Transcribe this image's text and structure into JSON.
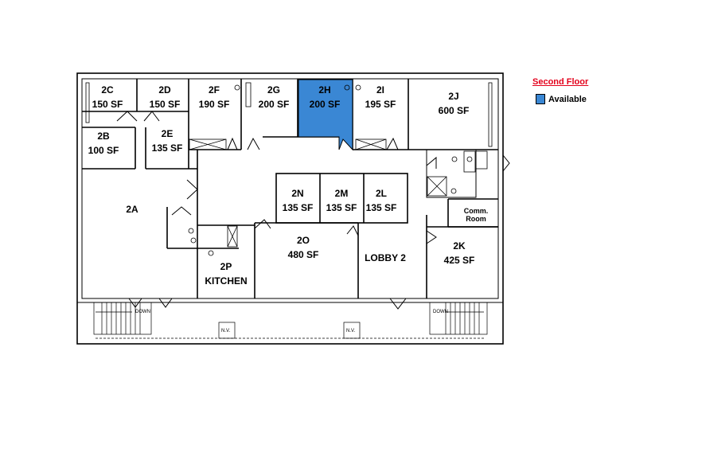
{
  "legend": {
    "title": "Second Floor",
    "items": [
      {
        "label": "Available",
        "color": "#3a87d4"
      }
    ]
  },
  "colors": {
    "available": "#3a87d4",
    "wall": "#000000"
  },
  "units": [
    {
      "id": "2C",
      "area": "150 SF",
      "status": ""
    },
    {
      "id": "2D",
      "area": "150 SF",
      "status": ""
    },
    {
      "id": "2F",
      "area": "190 SF",
      "status": ""
    },
    {
      "id": "2G",
      "area": "200 SF",
      "status": ""
    },
    {
      "id": "2H",
      "area": "200 SF",
      "status": "available"
    },
    {
      "id": "2I",
      "area": "195 SF",
      "status": ""
    },
    {
      "id": "2J",
      "area": "600 SF",
      "status": ""
    },
    {
      "id": "2B",
      "area": "100 SF",
      "status": ""
    },
    {
      "id": "2E",
      "area": "135 SF",
      "status": ""
    },
    {
      "id": "2N",
      "area": "135 SF",
      "status": ""
    },
    {
      "id": "2M",
      "area": "135 SF",
      "status": ""
    },
    {
      "id": "2L",
      "area": "135 SF",
      "status": ""
    },
    {
      "id": "2O",
      "area": "480 SF",
      "status": ""
    },
    {
      "id": "2K",
      "area": "425 SF",
      "status": ""
    },
    {
      "id": "2A",
      "area": "",
      "status": ""
    },
    {
      "id": "2P",
      "area": "KITCHEN",
      "status": ""
    }
  ],
  "spaces": {
    "lobby": "LOBBY 2",
    "comm_room_line1": "Comm.",
    "comm_room_line2": "Room",
    "stair_left": "DOWN",
    "stair_right": "DOWN",
    "nv_left": "N.V.",
    "nv_right": "N.V."
  }
}
